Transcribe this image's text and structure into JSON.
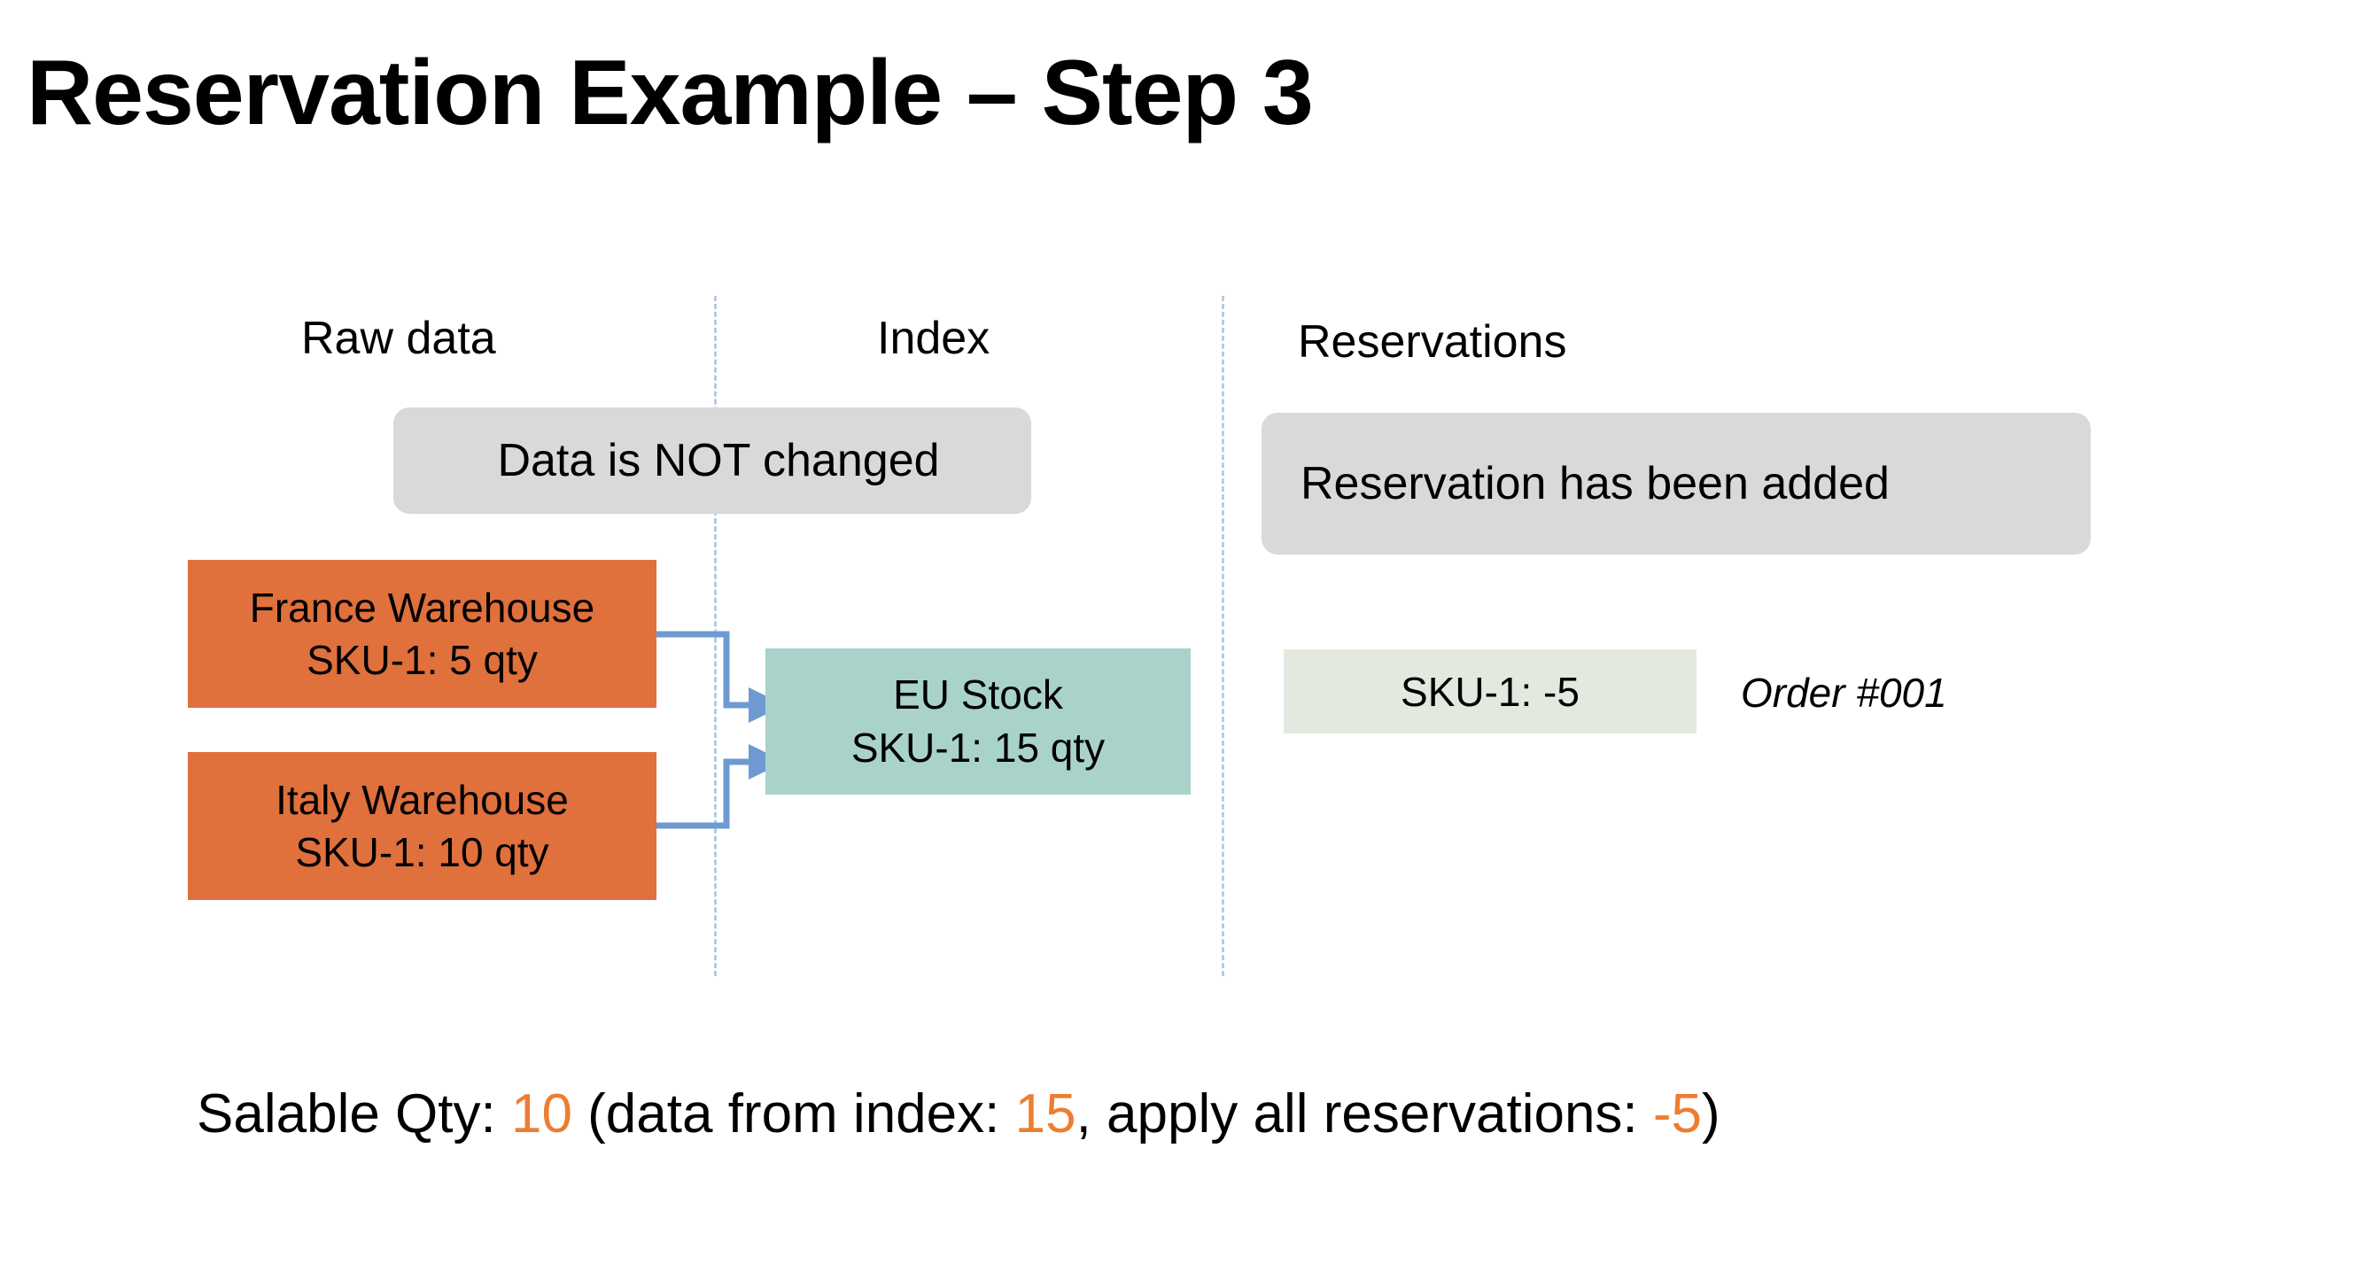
{
  "slide": {
    "title": "Reservation Example – Step 3"
  },
  "columns": {
    "raw_data": "Raw data",
    "index": "Index",
    "reservations": "Reservations"
  },
  "notes": {
    "data_unchanged": "Data is NOT changed",
    "reservation_added": "Reservation has been added"
  },
  "raw_data_boxes": [
    {
      "name": "France Warehouse",
      "qty_line": "SKU-1: 5 qty",
      "sku": "SKU-1",
      "qty": 5
    },
    {
      "name": "Italy Warehouse",
      "qty_line": "SKU-1: 10 qty",
      "sku": "SKU-1",
      "qty": 10
    }
  ],
  "index_box": {
    "name": "EU Stock",
    "qty_line": "SKU-1: 15 qty",
    "sku": "SKU-1",
    "qty": 15
  },
  "reservations": [
    {
      "chip": "SKU-1: -5",
      "sku": "SKU-1",
      "amount": -5,
      "order": "Order #001"
    }
  ],
  "summary": {
    "label_salable": "Salable Qty: ",
    "salable_qty": "10",
    "mid_open": " (data from index: ",
    "index_qty": "15",
    "mid_reservations": ", apply all reservations: ",
    "reservation_total": "-5",
    "close": ")"
  },
  "colors": {
    "warehouse_orange": "#E0703C",
    "index_teal": "#A9D3CA",
    "reservation_green": "#E4E9DF",
    "note_grey": "#D9D9D9",
    "connector_blue": "#6D9BD1",
    "divider_blue": "#B6CBE4",
    "accent_orange": "#ED7D31"
  }
}
